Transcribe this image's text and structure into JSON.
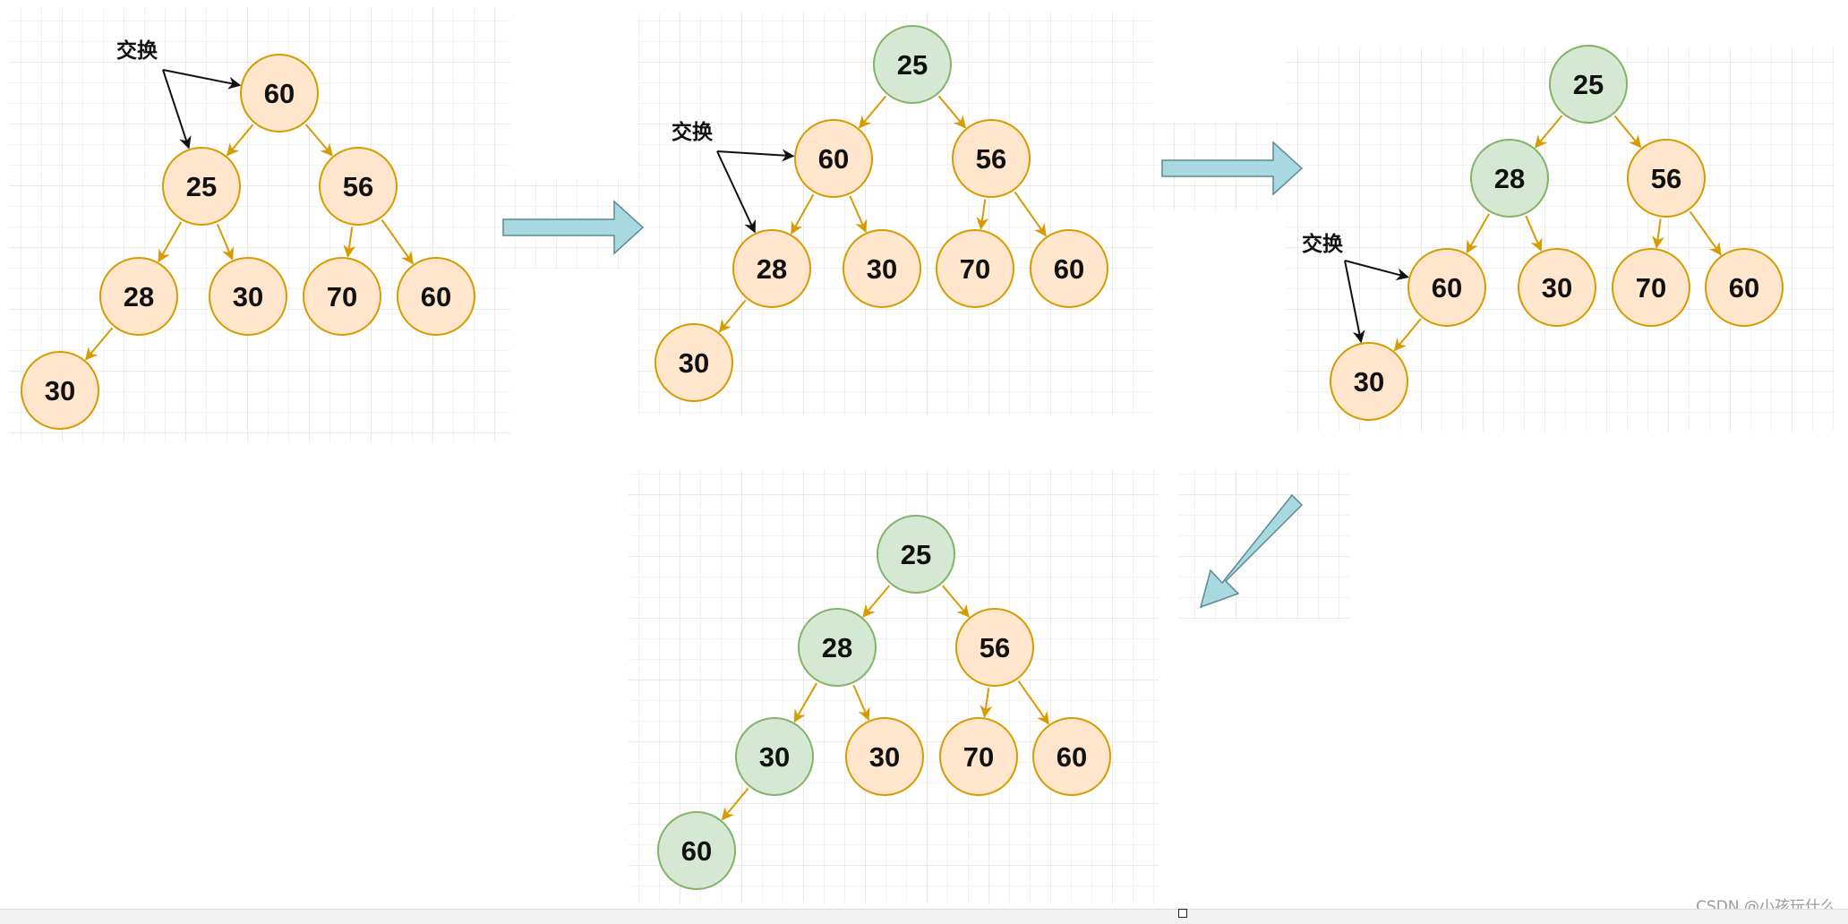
{
  "colors": {
    "orange_fill": "#ffe6cc",
    "orange_stroke": "#d79b00",
    "green_fill": "#d5e8d4",
    "green_stroke": "#82b366",
    "arrow_fill": "#a8d8e0",
    "arrow_stroke": "#5a8a96",
    "grid": "#e4e4e4",
    "text": "#111111"
  },
  "swap_label": "交换",
  "watermark": "CSDN @小孩玩什么",
  "panels": [
    {
      "id": "step1",
      "nodes": [
        {
          "id": "a",
          "value": "60",
          "state": "orange"
        },
        {
          "id": "b",
          "value": "25",
          "state": "orange"
        },
        {
          "id": "c",
          "value": "56",
          "state": "orange"
        },
        {
          "id": "d",
          "value": "28",
          "state": "orange"
        },
        {
          "id": "e",
          "value": "30",
          "state": "orange"
        },
        {
          "id": "f",
          "value": "70",
          "state": "orange"
        },
        {
          "id": "g",
          "value": "60",
          "state": "orange"
        },
        {
          "id": "h",
          "value": "30",
          "state": "orange"
        }
      ],
      "edges": [
        [
          "a",
          "b"
        ],
        [
          "a",
          "c"
        ],
        [
          "b",
          "d"
        ],
        [
          "b",
          "e"
        ],
        [
          "c",
          "f"
        ],
        [
          "c",
          "g"
        ],
        [
          "d",
          "h"
        ]
      ],
      "swap": [
        "a",
        "b"
      ]
    },
    {
      "id": "step2",
      "nodes": [
        {
          "id": "a",
          "value": "25",
          "state": "green"
        },
        {
          "id": "b",
          "value": "60",
          "state": "orange"
        },
        {
          "id": "c",
          "value": "56",
          "state": "orange"
        },
        {
          "id": "d",
          "value": "28",
          "state": "orange"
        },
        {
          "id": "e",
          "value": "30",
          "state": "orange"
        },
        {
          "id": "f",
          "value": "70",
          "state": "orange"
        },
        {
          "id": "g",
          "value": "60",
          "state": "orange"
        },
        {
          "id": "h",
          "value": "30",
          "state": "orange"
        }
      ],
      "edges": [
        [
          "a",
          "b"
        ],
        [
          "a",
          "c"
        ],
        [
          "b",
          "d"
        ],
        [
          "b",
          "e"
        ],
        [
          "c",
          "f"
        ],
        [
          "c",
          "g"
        ],
        [
          "d",
          "h"
        ]
      ],
      "swap": [
        "b",
        "d"
      ]
    },
    {
      "id": "step3",
      "nodes": [
        {
          "id": "a",
          "value": "25",
          "state": "green"
        },
        {
          "id": "b",
          "value": "28",
          "state": "green"
        },
        {
          "id": "c",
          "value": "56",
          "state": "orange"
        },
        {
          "id": "d",
          "value": "60",
          "state": "orange"
        },
        {
          "id": "e",
          "value": "30",
          "state": "orange"
        },
        {
          "id": "f",
          "value": "70",
          "state": "orange"
        },
        {
          "id": "g",
          "value": "60",
          "state": "orange"
        },
        {
          "id": "h",
          "value": "30",
          "state": "orange"
        }
      ],
      "edges": [
        [
          "a",
          "b"
        ],
        [
          "a",
          "c"
        ],
        [
          "b",
          "d"
        ],
        [
          "b",
          "e"
        ],
        [
          "c",
          "f"
        ],
        [
          "c",
          "g"
        ],
        [
          "d",
          "h"
        ]
      ],
      "swap": [
        "d",
        "h"
      ]
    },
    {
      "id": "step4",
      "nodes": [
        {
          "id": "a",
          "value": "25",
          "state": "green"
        },
        {
          "id": "b",
          "value": "28",
          "state": "green"
        },
        {
          "id": "c",
          "value": "56",
          "state": "orange"
        },
        {
          "id": "d",
          "value": "30",
          "state": "green"
        },
        {
          "id": "e",
          "value": "30",
          "state": "orange"
        },
        {
          "id": "f",
          "value": "70",
          "state": "orange"
        },
        {
          "id": "g",
          "value": "60",
          "state": "orange"
        },
        {
          "id": "h",
          "value": "60",
          "state": "green"
        }
      ],
      "edges": [
        [
          "a",
          "b"
        ],
        [
          "a",
          "c"
        ],
        [
          "b",
          "d"
        ],
        [
          "b",
          "e"
        ],
        [
          "c",
          "f"
        ],
        [
          "c",
          "g"
        ],
        [
          "d",
          "h"
        ]
      ],
      "swap": null
    }
  ]
}
